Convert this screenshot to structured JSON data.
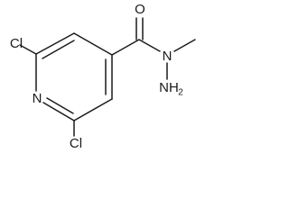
{
  "molecule": {
    "atoms": {
      "cl_top": "Cl",
      "cl_bottom": "Cl",
      "ring_nitrogen": "N",
      "carbonyl_oxygen": "O",
      "amide_nitrogen": "N",
      "amine_nitrogen": "NH",
      "amine_subscript": "2"
    }
  }
}
